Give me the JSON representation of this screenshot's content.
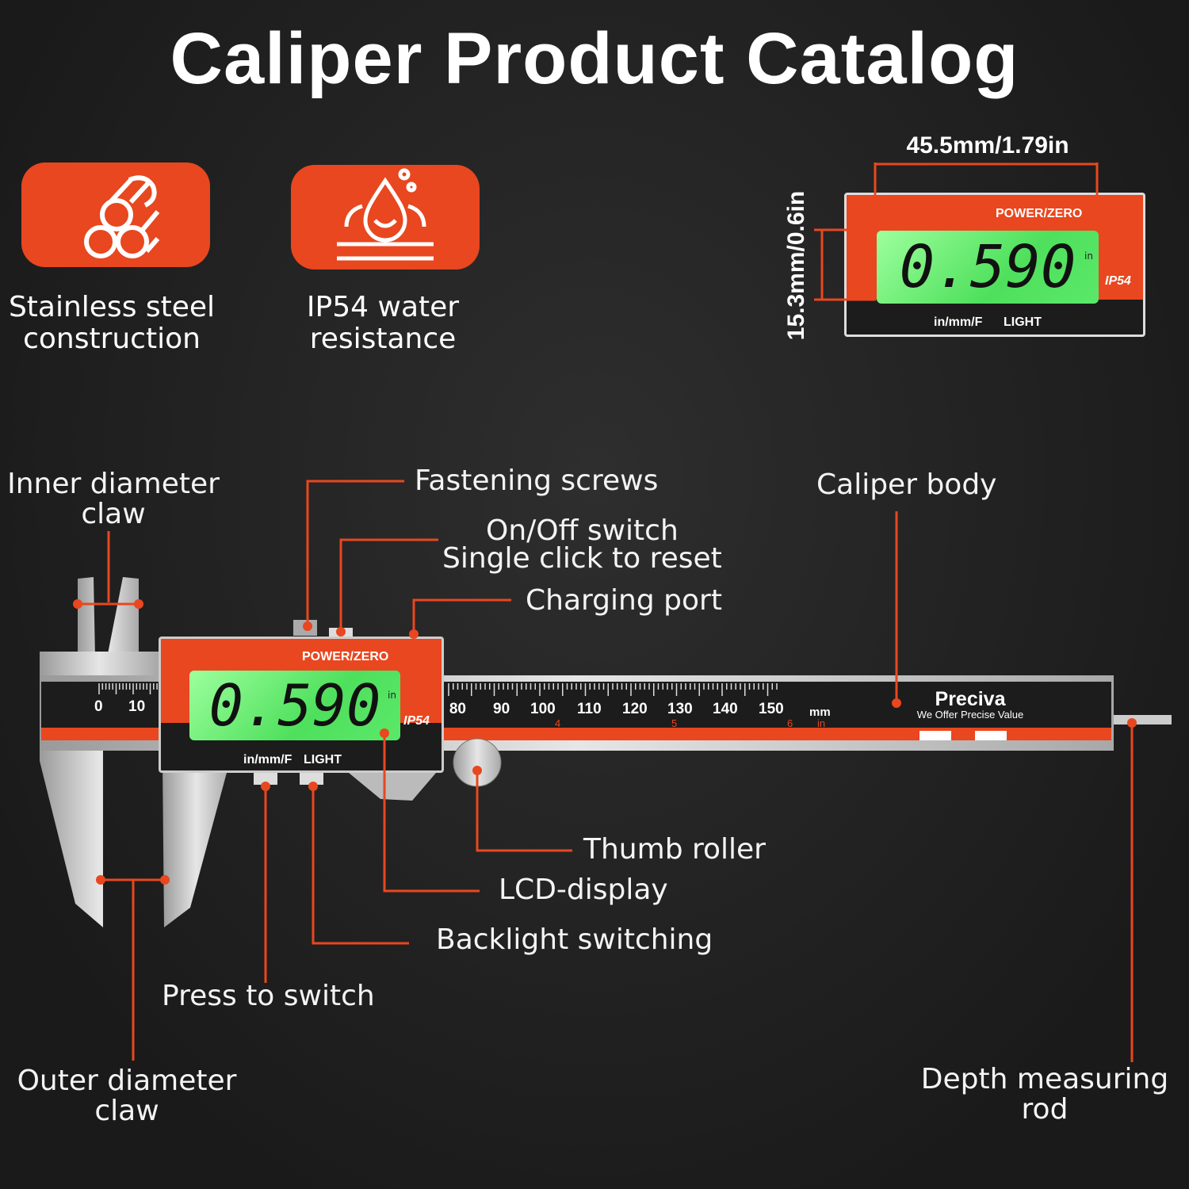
{
  "title": "Caliper Product Catalog",
  "accent_color": "#e8471f",
  "lcd_color": "#6ff07a",
  "features": [
    {
      "icon": "steel-pipes-icon",
      "label_line1": "Stainless steel",
      "label_line2": "construction"
    },
    {
      "icon": "water-drop-icon",
      "label_line1": "IP54 water",
      "label_line2": "resistance"
    }
  ],
  "display_detail": {
    "width_label": "45.5mm/1.79in",
    "height_label": "15.3mm/0.6in"
  },
  "device": {
    "reading": "0.590",
    "unit": "in",
    "power_label": "POWER/ZERO",
    "ip_label": "IP54",
    "mode_label": "in/mm/F",
    "light_label": "LIGHT"
  },
  "scale": {
    "mm_ticks": [
      "0",
      "10",
      "80",
      "90",
      "100",
      "110",
      "120",
      "130",
      "140",
      "150"
    ],
    "mm_unit": "mm",
    "in_ticks": [
      "4",
      "5",
      "6"
    ],
    "in_unit": "in"
  },
  "brand": {
    "name": "Preciva",
    "tagline": "We Offer Precise Value"
  },
  "callouts": {
    "inner_claw": [
      "Inner diameter",
      "claw"
    ],
    "fastening": "Fastening screws",
    "onoff": [
      "On/Off switch",
      "Single click to reset"
    ],
    "charging": "Charging port",
    "body": "Caliper body",
    "thumb": "Thumb roller",
    "lcd": "LCD-display",
    "backlight": "Backlight switching",
    "press": "Press to switch",
    "outer_claw": [
      "Outer diameter",
      "claw"
    ],
    "depth": [
      "Depth measuring",
      "rod"
    ]
  }
}
